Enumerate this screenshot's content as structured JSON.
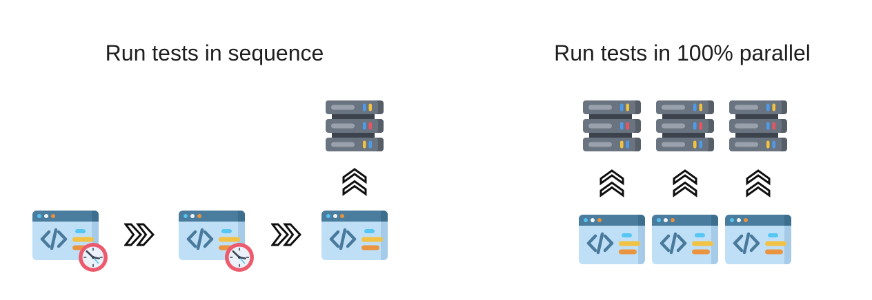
{
  "panels": [
    {
      "id": "sequence",
      "title": "Run tests in sequence",
      "flow": [
        {
          "step": 1,
          "icon": "code-window",
          "badge": "timer-clock"
        },
        {
          "step": 2,
          "icon": "fast-forward"
        },
        {
          "step": 3,
          "icon": "code-window",
          "badge": "timer-clock"
        },
        {
          "step": 4,
          "icon": "fast-forward"
        },
        {
          "step": 5,
          "icon": "code-window",
          "deploys_to": [
            "upload-chevrons",
            "server-stack"
          ]
        }
      ]
    },
    {
      "id": "parallel",
      "title": "Run tests in 100% parallel",
      "columns": [
        {
          "icons": [
            "server-stack",
            "upload-chevrons",
            "code-window"
          ]
        },
        {
          "icons": [
            "server-stack",
            "upload-chevrons",
            "code-window"
          ]
        },
        {
          "icons": [
            "server-stack",
            "upload-chevrons",
            "code-window"
          ]
        }
      ]
    }
  ],
  "icon_legend": {
    "code-window": "browser window with </> code and text lines",
    "timer-clock": "pink clock badge",
    "fast-forward": "double chevron pointing right",
    "upload-chevrons": "double chevron pointing up",
    "server-stack": "stack of three server units"
  },
  "colors": {
    "title_color": "#1e1e1e",
    "win_body": "#BFDFF6",
    "win_edge": "#A5CBE9",
    "win_bar": "#4A7C9E",
    "win_bar_edge": "#3E6E8E",
    "dot_blue": "#56C2EE",
    "dot_white": "#F1F4F6",
    "dot_orange": "#E8923D",
    "code_glyph": "#497A9B",
    "line_blue": "#56C7F2",
    "line_yellow": "#F2C244",
    "line_orange": "#EA9440",
    "server_body": "#6A7480",
    "server_edge": "#565E68",
    "server_slot": "#99A2AC",
    "server_dark": "#3C434D",
    "led_blue": "#4D9CEC",
    "led_yellow": "#F2C340",
    "led_red": "#EA5460",
    "clock_ring": "#EC5B6D",
    "clock_face": "#EAF1F9",
    "clock_hand": "#3C4552",
    "clock_sec": "#52C1EC",
    "arrow_stroke": "#0F0F0F",
    "arrow_fill": "#FFFFFF"
  }
}
